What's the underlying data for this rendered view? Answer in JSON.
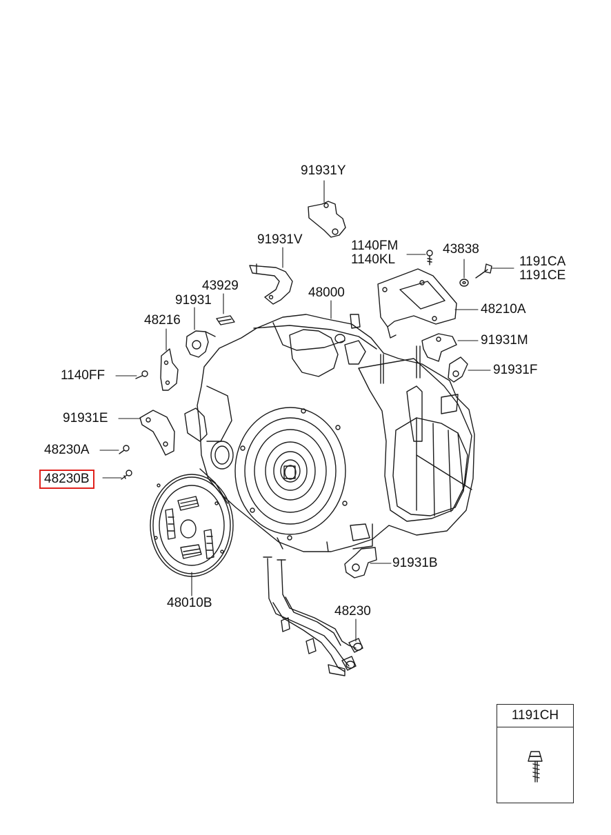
{
  "labels": {
    "p91931Y": "91931Y",
    "p91931V": "91931V",
    "p1140FM": "1140FM",
    "p1140KL": "1140KL",
    "p43838": "43838",
    "p1191CA": "1191CA",
    "p1191CE": "1191CE",
    "p43929": "43929",
    "p91931": "91931",
    "p48000": "48000",
    "p48216": "48216",
    "p48210A": "48210A",
    "p91931M": "91931M",
    "p1140FF": "1140FF",
    "p91931F": "91931F",
    "p91931E": "91931E",
    "p48230A": "48230A",
    "p48230B": "48230B",
    "p91931B": "91931B",
    "p48010B": "48010B",
    "p48230": "48230"
  },
  "legend": {
    "label": "1191CH"
  },
  "highlight_color": "#e0201b",
  "highlighted_part": "48230B"
}
